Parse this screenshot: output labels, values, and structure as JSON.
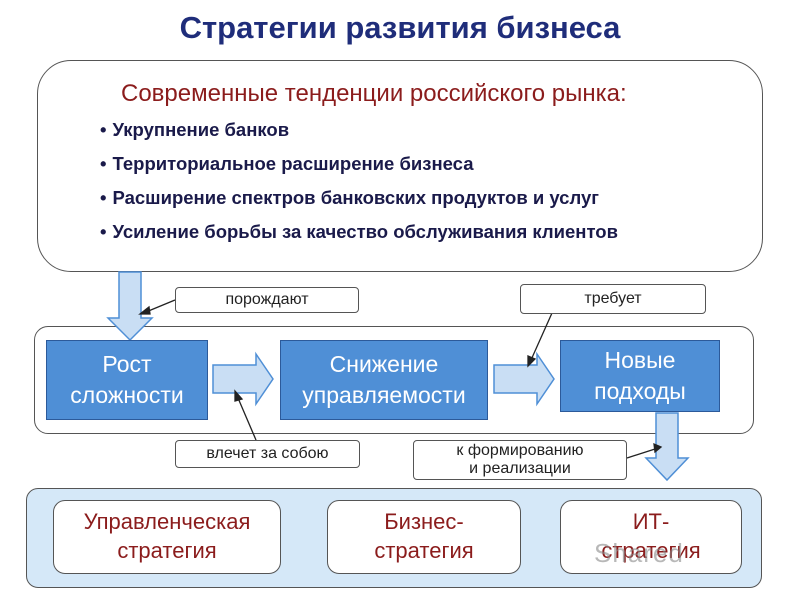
{
  "title": "Стратегии развития бизнеса",
  "trends": {
    "heading": "Современные тенденции российского рынка:",
    "items": [
      "Укрупнение банков",
      "Территориальное расширение бизнеса",
      "Расширение спектров банковских продуктов и услуг",
      "Усиление борьбы за качество обслуживания клиентов"
    ]
  },
  "process": {
    "boxes": [
      {
        "line1": "Рост",
        "line2": "сложности"
      },
      {
        "line1": "Снижение",
        "line2": "управляемости"
      },
      {
        "line1": "Новые",
        "line2": "подходы"
      }
    ]
  },
  "callouts": {
    "generate": "порождают",
    "requires": "требует",
    "entails": "влечет за собою",
    "formation_line1": "к формированию",
    "formation_line2": "и реализации"
  },
  "strategies": [
    {
      "line1": "Управленческая",
      "line2": "стратегия"
    },
    {
      "line1": "Бизнес-",
      "line2": "стратегия"
    },
    {
      "line1": "ИТ-",
      "line2": "стратегия"
    }
  ],
  "watermark": "Shared",
  "colors": {
    "title": "#1f2d7a",
    "heading_red": "#8b1c1c",
    "box_blue": "#4f8fd6",
    "arrow_light": "#c9def4",
    "bottom_panel": "#d5e8f8"
  }
}
